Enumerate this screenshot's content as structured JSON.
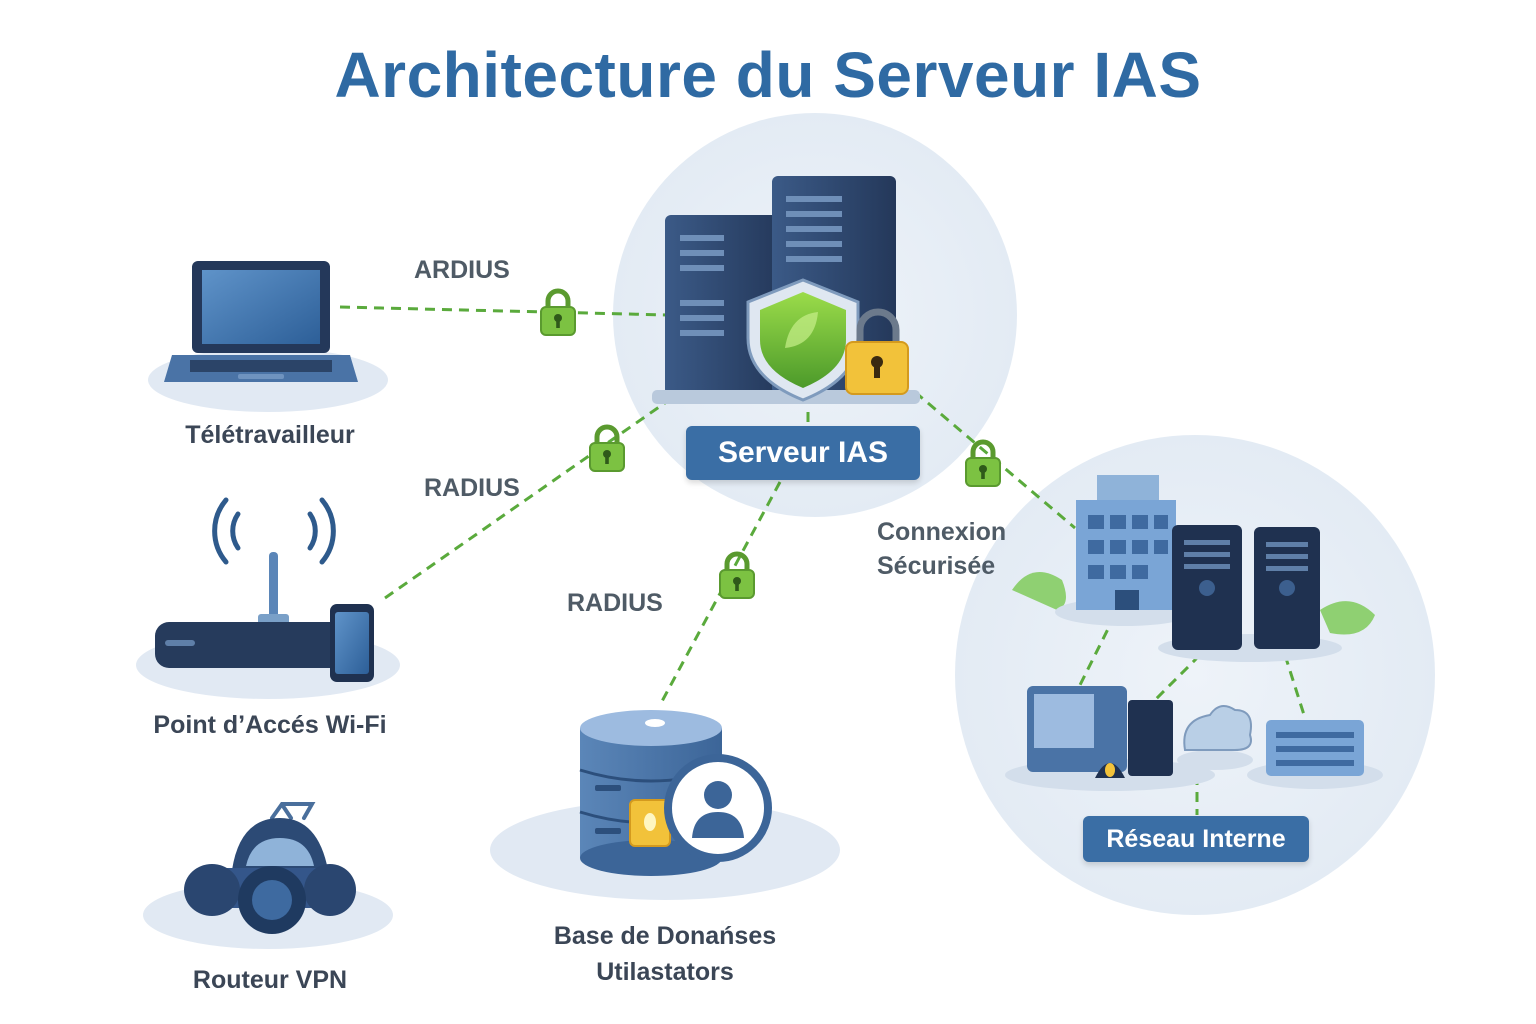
{
  "title": "Architecture du Serveur IAS",
  "nodes": {
    "server": "Serveur IAS",
    "teleworker": "Télétravailleur",
    "wifi": "Point d’Accés Wi-Fi",
    "vpn": "Routeur VPN",
    "database": [
      "Base de Donańses",
      "Utilastators"
    ],
    "network": "Réseau Interne"
  },
  "edges": {
    "teleworker": "ARDIUS",
    "wifi": "RADIUS",
    "database": "RADIUS",
    "network": [
      "Connexion",
      "Sécurisée"
    ]
  },
  "icons": [
    "laptop-icon",
    "wifi-router-icon",
    "vpn-router-icon",
    "database-icon",
    "server-rack-icon",
    "shield-icon",
    "padlock-icon",
    "building-icon"
  ],
  "colors": {
    "title": "#2f6aa3",
    "pill": "#3a6ea5",
    "link": "#5aaa3c",
    "lock": "#7cc242",
    "server": "#34507a"
  }
}
